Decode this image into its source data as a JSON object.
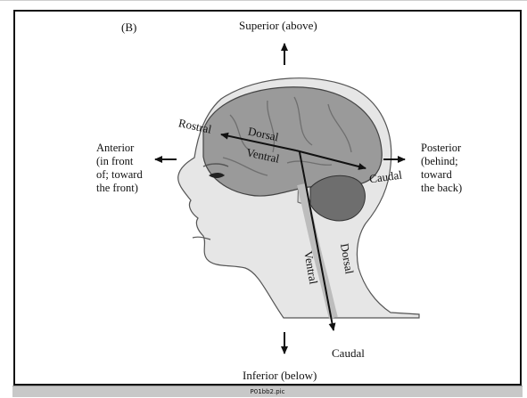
{
  "panel_label": "(B)",
  "directions": {
    "superior": "Superior (above)",
    "inferior": "Inferior (below)",
    "anterior_lines": [
      "Anterior",
      "(in front",
      "of; toward",
      "the front)"
    ],
    "posterior_lines": [
      "Posterior",
      "(behind;",
      "toward",
      "the back)"
    ]
  },
  "brain_axis": {
    "rostral": "Rostral",
    "dorsal": "Dorsal",
    "ventral": "Ventral",
    "caudal": "Caudal"
  },
  "spinal_axis": {
    "dorsal": "Dorsal",
    "ventral": "Ventral",
    "caudal": "Caudal"
  },
  "footer": "P01bb2.pic",
  "colors": {
    "border": "#111111",
    "footer_bar": "#c8c8c8",
    "skin": "#e6e6e6",
    "brain": "#9a9a9a",
    "cerebellum": "#6e6e6e"
  }
}
